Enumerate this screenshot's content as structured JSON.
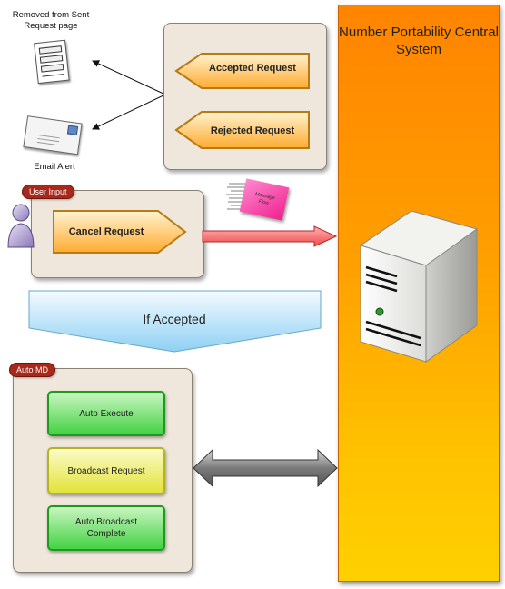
{
  "captions": {
    "removed": "Removed from Sent Request page",
    "email": "Email Alert"
  },
  "requests": {
    "accepted": "Accepted Request",
    "rejected": "Rejected Request",
    "cancel": "Cancel Request"
  },
  "tags": {
    "user_input": "User Input",
    "auto_md": "Auto MD"
  },
  "note": "Massage Flow",
  "if_accepted": "If Accepted",
  "system": {
    "title": "Number Portability Central System"
  },
  "auto_md_buttons": {
    "execute": "Auto Execute",
    "broadcast": "Broadcast Request",
    "complete": "Auto Broadcast Complete"
  },
  "colors": {
    "pentagon_orange": "#ffb23a",
    "system_orange": "#ff8400",
    "green": "#44d244",
    "yellow": "#e3e33a",
    "arrow_red": "#f26a6a"
  }
}
